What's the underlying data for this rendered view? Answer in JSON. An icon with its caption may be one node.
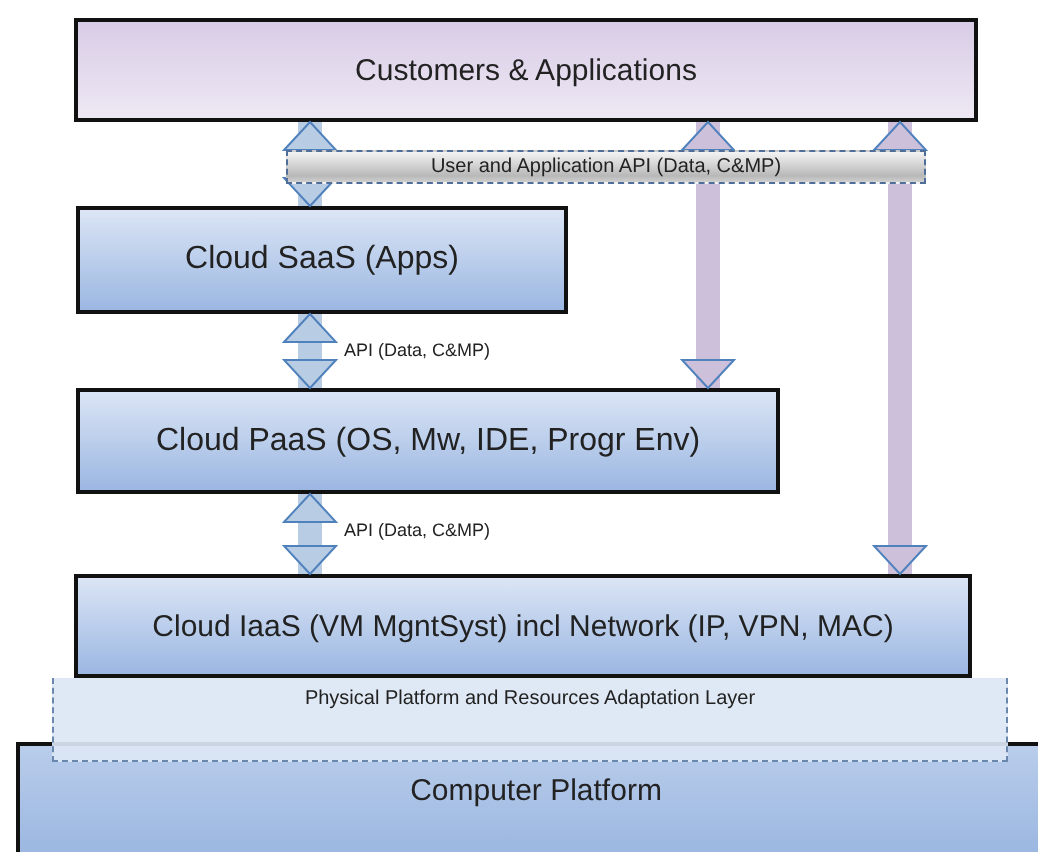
{
  "diagram": {
    "nodes": [
      {
        "text": [
          "Customers & Applications"
        ]
      },
      {
        "text": [
          "User and Application API (Data, C&MP)"
        ]
      },
      {
        "text": [
          "Cloud SaaS (Apps)"
        ]
      },
      {
        "text": [
          "Cloud PaaS (OS, Mw, IDE, Progr Env)"
        ]
      },
      {
        "text": [
          "Cloud IaaS (VM MgntSyst) incl Network (IP, VPN, MAC)"
        ]
      },
      {
        "text": [
          "Physical Platform and Resources Adaptation Layer"
        ]
      },
      {
        "text": [
          "Computer Platform"
        ]
      }
    ],
    "edges": [
      {
        "from": 1,
        "to": 0,
        "arrow": "to"
      },
      {
        "from": 1,
        "to": 2,
        "arrow": "to"
      },
      {
        "from": 2,
        "to": 3,
        "arrow": "both",
        "label": "API (Data, C&MP)"
      },
      {
        "from": 3,
        "to": 4,
        "arrow": "both",
        "label": "API (Data, C&MP)"
      },
      {
        "from": 1,
        "to": 0,
        "arrow": "to",
        "color": "#ccc0da"
      },
      {
        "from": 1,
        "to": 3,
        "arrow": "to",
        "color": "#ccc0da"
      },
      {
        "from": 1,
        "to": 0,
        "arrow": "to",
        "color": "#ccc0da"
      },
      {
        "from": 1,
        "to": 4,
        "arrow": "to",
        "color": "#ccc0da"
      }
    ]
  }
}
